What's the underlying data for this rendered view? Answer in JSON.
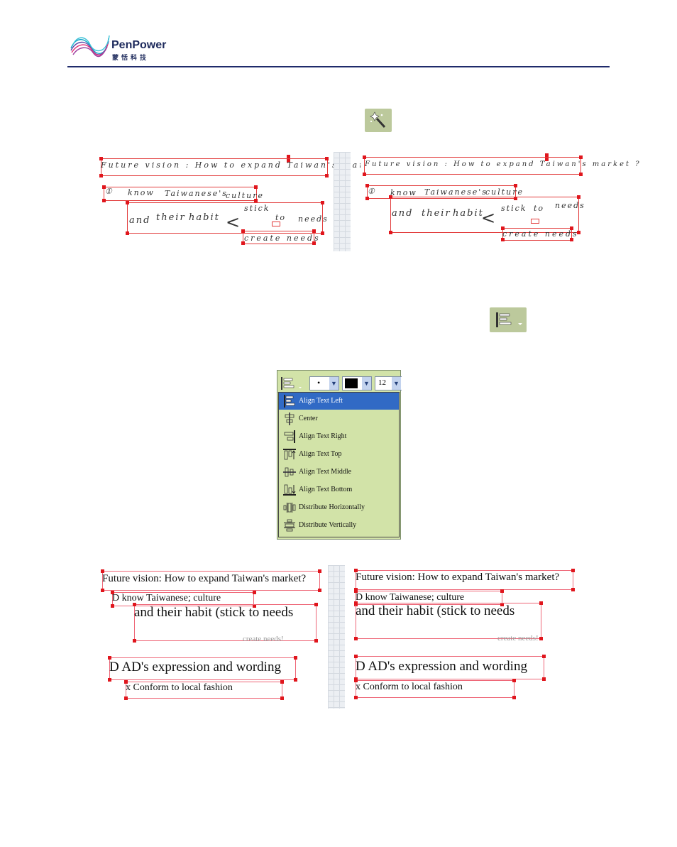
{
  "brand": {
    "name": "PenPower",
    "subtitle": "蒙恬科技"
  },
  "toolbar": {
    "auto_icon": "magic-wand-icon",
    "align_icon": "align-text-left-icon"
  },
  "handwriting": {
    "line1": "Future vision : How to expand Taiwan's market ?",
    "line2a": "know",
    "line2b": "Taiwanese's",
    "line2c": "culture",
    "line3a": "and",
    "line3b": "their",
    "line3c": "habit",
    "line3d": "stick",
    "line3e": "to",
    "line3f": "needs",
    "line4": "create needs"
  },
  "menu": {
    "dot_value": "•",
    "size_value": "12",
    "items": [
      {
        "label": "Align Text Left",
        "icon": "align-text-left-icon"
      },
      {
        "label": "Center",
        "icon": "align-center-icon"
      },
      {
        "label": "Align Text Right",
        "icon": "align-text-right-icon"
      },
      {
        "label": "Align Text Top",
        "icon": "align-text-top-icon"
      },
      {
        "label": "Align Text Middle",
        "icon": "align-text-middle-icon"
      },
      {
        "label": "Align Text Bottom",
        "icon": "align-text-bottom-icon"
      },
      {
        "label": "Distribute Horizontally",
        "icon": "distribute-horizontally-icon"
      },
      {
        "label": "Distribute Vertically",
        "icon": "distribute-vertically-icon"
      }
    ]
  },
  "converted": {
    "line1": "Future vision: How to expand Taiwan's market?",
    "line2": "D know Taiwanese; culture",
    "line3": "and their habit (stick to needs",
    "line4": "create needs!",
    "line5": "D AD's expression and wording",
    "line6": "x Conform to local fashion"
  },
  "colors": {
    "selection_red": "#e0161d",
    "menu_bg": "#d2e3a8",
    "menu_selected": "#316ac5",
    "header_rule": "#1f2b6b"
  }
}
